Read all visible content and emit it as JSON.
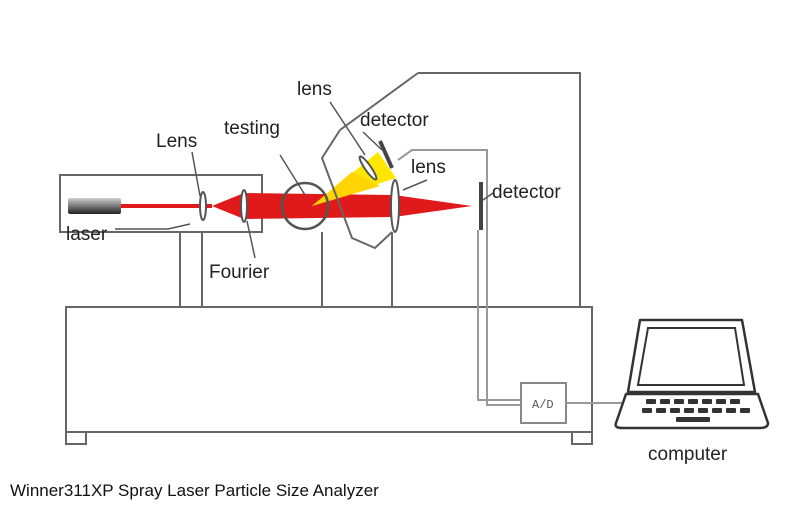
{
  "diagram": {
    "labels": {
      "lens_top": "lens",
      "detector_top": "detector",
      "testing": "testing",
      "lens_left": "Lens",
      "lens_right": "lens",
      "detector_right": "detector",
      "laser": "laser",
      "fourier": "Fourier",
      "ad": "A/D",
      "computer": "computer"
    },
    "caption": "Winner311XP Spray Laser Particle Size Analyzer",
    "colors": {
      "beam": "#e01a1a",
      "scatter": "#ffe600",
      "outline": "#555555",
      "detector": "#444444"
    }
  }
}
